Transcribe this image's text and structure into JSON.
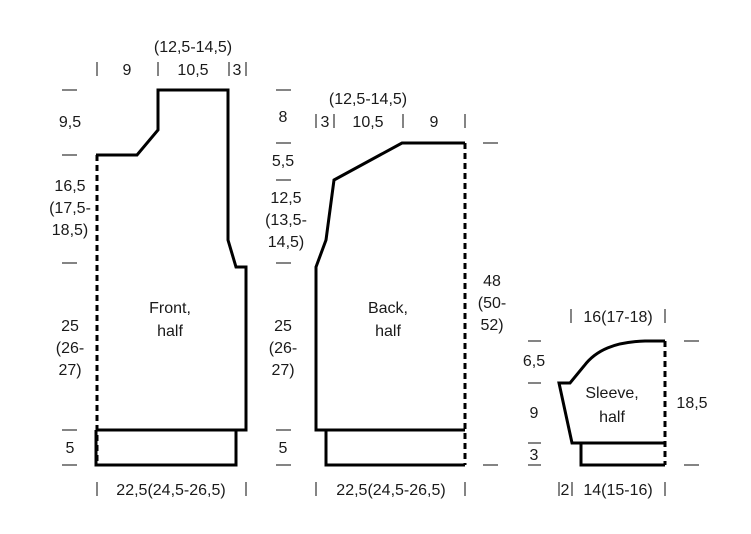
{
  "front": {
    "top_sub": "(12,5-14,5)",
    "top_w1": "9",
    "top_w2": "10,5",
    "top_w3": "3",
    "left_h1": "9,5",
    "left_h2a": "16,5",
    "left_h2b": "(17,5-",
    "left_h2c": "18,5)",
    "left_h3a": "25",
    "left_h3b": "(26-",
    "left_h3c": "27)",
    "left_h4": "5",
    "label1": "Front,",
    "label2": "half",
    "bottom": "22,5(24,5-26,5)"
  },
  "back": {
    "top_sub": "(12,5-14,5)",
    "top_w1": "3",
    "top_w2": "10,5",
    "top_w3": "9",
    "left_h1": "8",
    "left_h2": "5,5",
    "left_h3a": "12,5",
    "left_h3b": "(13,5-",
    "left_h3c": "14,5)",
    "left_h4a": "25",
    "left_h4b": "(26-",
    "left_h4c": "27)",
    "left_h5": "5",
    "right_a": "48",
    "right_b": "(50-",
    "right_c": "52)",
    "label1": "Back,",
    "label2": "half",
    "bottom": "22,5(24,5-26,5)"
  },
  "sleeve": {
    "top": "16(17-18)",
    "left_h1": "6,5",
    "left_h2": "9",
    "left_h3": "3",
    "right": "18,5",
    "label1": "Sleeve,",
    "label2": "half",
    "bottom_w1": "2",
    "bottom_w2": "14(15-16)"
  }
}
